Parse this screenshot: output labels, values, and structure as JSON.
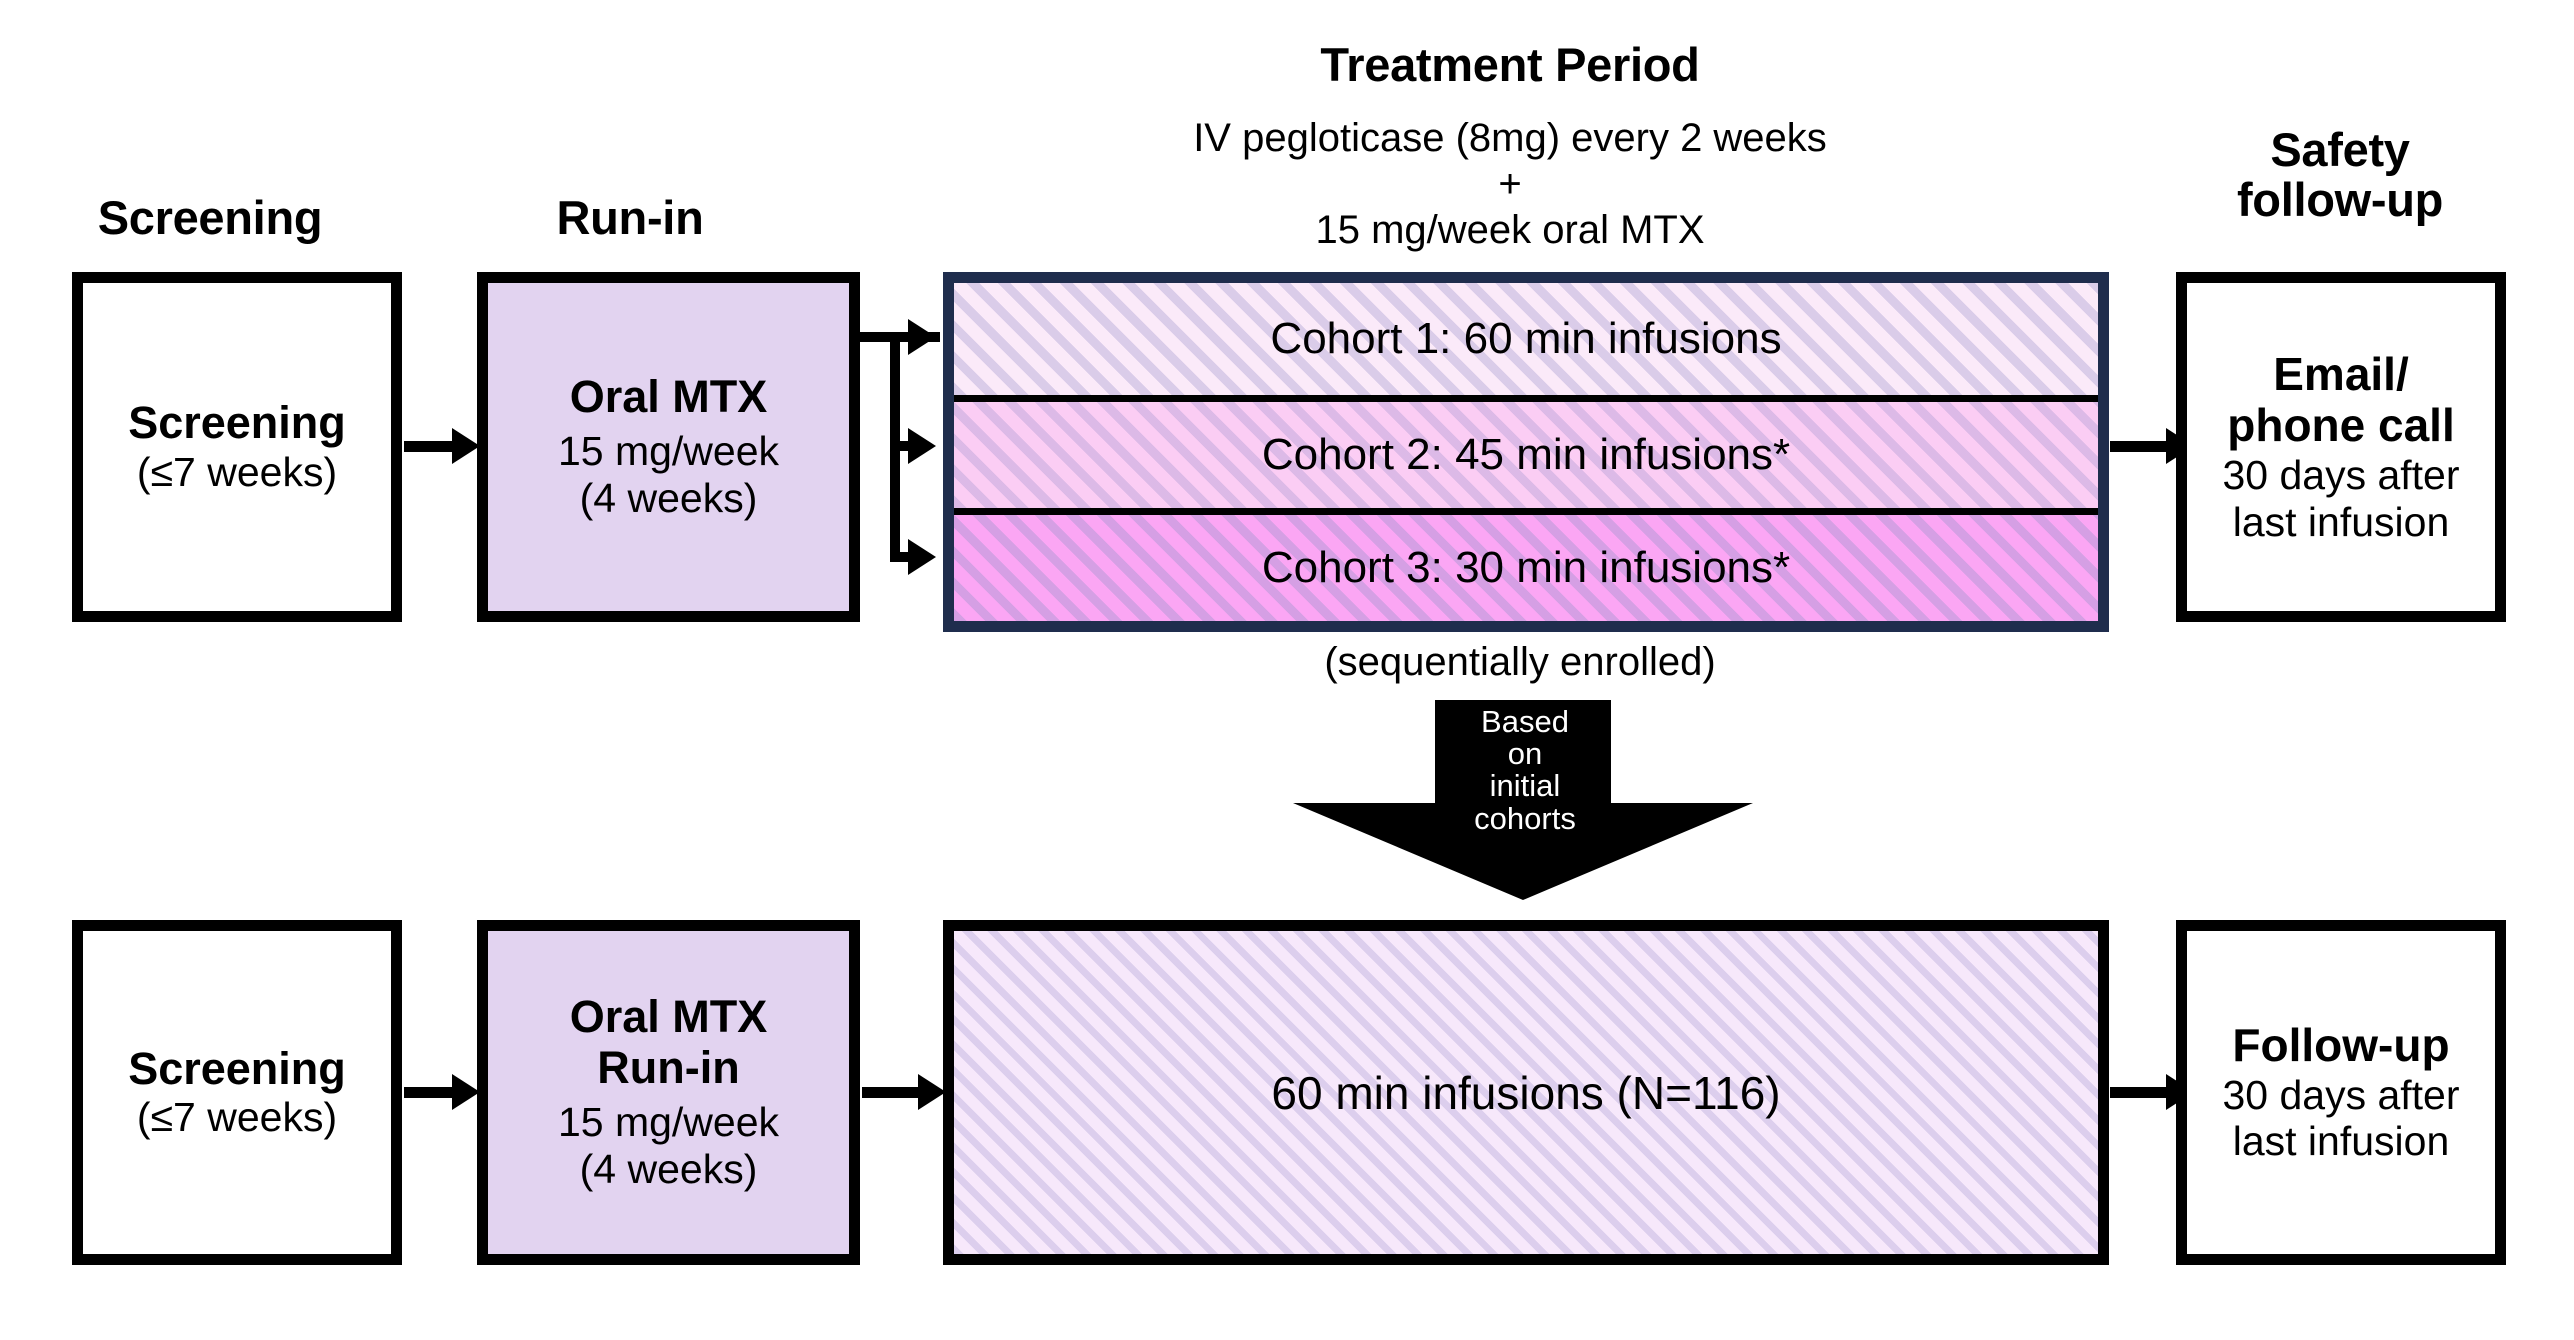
{
  "diagram": {
    "title": "Clinical trial design flow diagram",
    "colors": {
      "box_border": "#000000",
      "lavender_fill": "#e2d3f0",
      "treatment_border": "#1f2d4d",
      "cohort1_fill": "#fbeaf9",
      "cohort2_fill": "#fbcdf4",
      "cohort3_fill": "#fba6f4",
      "pale_hatch_fill": "#f7e8fb",
      "arrow": "#000000",
      "arrow_label_text": "#ffffff"
    }
  },
  "top_row": {
    "headers": {
      "screening": "Screening",
      "run_in": "Run-in",
      "treatment_title": "Treatment Period",
      "treatment_sub_line1": "IV pegloticase (8mg) every 2 weeks",
      "treatment_sub_line2": "+",
      "treatment_sub_line3": "15 mg/week oral MTX",
      "safety_followup": "Safety\nfollow-up"
    },
    "screening_box": {
      "line1": "Screening",
      "line2": "(≤7 weeks)"
    },
    "run_in_box": {
      "line1": "Oral MTX",
      "line2": "15 mg/week",
      "line3": "(4 weeks)"
    },
    "cohorts": [
      {
        "label": "Cohort 1: 60 min infusions"
      },
      {
        "label": "Cohort 2: 45 min infusions*"
      },
      {
        "label": "Cohort 3: 30 min infusions*"
      }
    ],
    "cohort_note": "(sequentially enrolled)",
    "safety_box": {
      "line1": "Email/\nphone call",
      "line2": "30 days after\nlast infusion"
    }
  },
  "transition_arrow": {
    "label": "Based\non\ninitial\ncohorts"
  },
  "bottom_row": {
    "screening_box": {
      "line1": "Screening",
      "line2": "(≤7 weeks)"
    },
    "run_in_box": {
      "line1": "Oral MTX\nRun-in",
      "line2": "15 mg/week",
      "line3": "(4 weeks)"
    },
    "treatment_box": {
      "label": "60 min infusions (N=116)"
    },
    "followup_box": {
      "line1": "Follow-up",
      "line2": "30 days after\nlast infusion"
    }
  }
}
